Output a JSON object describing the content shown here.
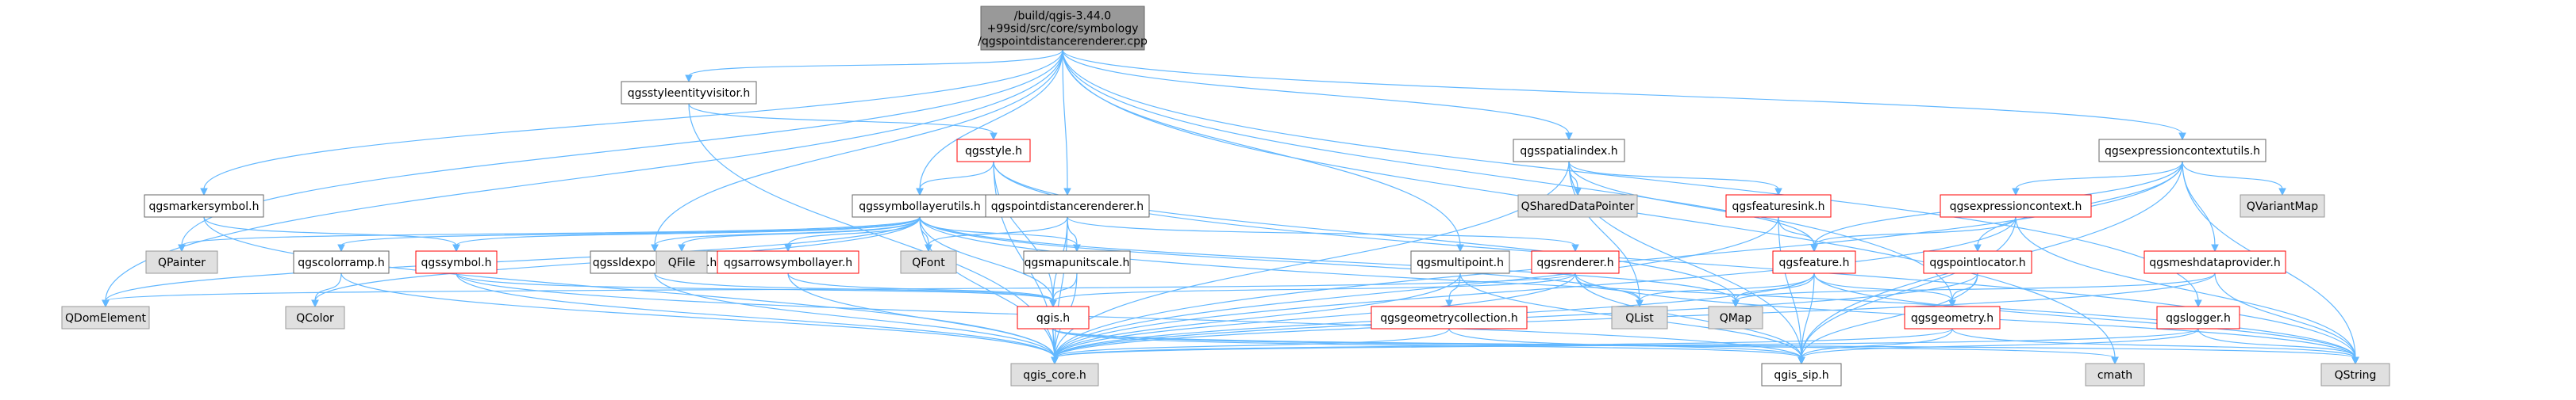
{
  "colors": {
    "root_fill": "#999999",
    "root_border": "#666666",
    "header_fill": "#ffffff",
    "header_border": "#666666",
    "external_fill": "#e0e0e0",
    "external_border": "#999999",
    "highlight_fill": "#ffffff",
    "highlight_border": "#ff0000",
    "edge": "#63b8ff"
  },
  "nodes": [
    {
      "id": "root",
      "lines": [
        "/build/qgis-3.44.0",
        "+99sid/src/core/symbology",
        "/qgspointdistancerenderer.cpp"
      ],
      "kind": "root"
    },
    {
      "id": "qgsstyleentityvisitor",
      "lines": [
        "qgsstyleentityvisitor.h"
      ],
      "kind": "header"
    },
    {
      "id": "qgsspatialindex",
      "lines": [
        "qgsspatialindex.h"
      ],
      "kind": "header"
    },
    {
      "id": "qgsexpressioncontextutils",
      "lines": [
        "qgsexpressioncontextutils.h"
      ],
      "kind": "header"
    },
    {
      "id": "qgsstyle",
      "lines": [
        "qgsstyle.h"
      ],
      "kind": "highlight"
    },
    {
      "id": "qgsmarkersymbol",
      "lines": [
        "qgsmarkersymbol.h"
      ],
      "kind": "header"
    },
    {
      "id": "qgssymbollayerutils",
      "lines": [
        "qgssymbollayerutils.h"
      ],
      "kind": "header"
    },
    {
      "id": "qgspointdistancerenderer",
      "lines": [
        "qgspointdistancerenderer.h"
      ],
      "kind": "header"
    },
    {
      "id": "QSharedDataPointer",
      "lines": [
        "QSharedDataPointer"
      ],
      "kind": "external"
    },
    {
      "id": "qgsfeaturesink",
      "lines": [
        "qgsfeaturesink.h"
      ],
      "kind": "highlight"
    },
    {
      "id": "qgsexpressioncontext",
      "lines": [
        "qgsexpressioncontext.h"
      ],
      "kind": "highlight"
    },
    {
      "id": "QVariantMap",
      "lines": [
        "QVariantMap"
      ],
      "kind": "external"
    },
    {
      "id": "QPainter",
      "lines": [
        "QPainter"
      ],
      "kind": "external"
    },
    {
      "id": "qgscolorramp",
      "lines": [
        "qgscolorramp.h"
      ],
      "kind": "header"
    },
    {
      "id": "qgssymbol",
      "lines": [
        "qgssymbol.h"
      ],
      "kind": "highlight"
    },
    {
      "id": "qgssldexportcontext",
      "lines": [
        "qgssldexportcontext.h"
      ],
      "kind": "header"
    },
    {
      "id": "QFile",
      "lines": [
        "QFile"
      ],
      "kind": "external"
    },
    {
      "id": "qgsarrowsymbollayer",
      "lines": [
        "qgsarrowsymbollayer.h"
      ],
      "kind": "highlight"
    },
    {
      "id": "QFont",
      "lines": [
        "QFont"
      ],
      "kind": "external"
    },
    {
      "id": "qgsmapunitscale",
      "lines": [
        "qgsmapunitscale.h"
      ],
      "kind": "header"
    },
    {
      "id": "qgsmultipoint",
      "lines": [
        "qgsmultipoint.h"
      ],
      "kind": "header"
    },
    {
      "id": "qgsrenderer",
      "lines": [
        "qgsrenderer.h"
      ],
      "kind": "highlight"
    },
    {
      "id": "qgsfeature",
      "lines": [
        "qgsfeature.h"
      ],
      "kind": "highlight"
    },
    {
      "id": "qgspointlocator",
      "lines": [
        "qgspointlocator.h"
      ],
      "kind": "highlight"
    },
    {
      "id": "qgsmeshdataprovider",
      "lines": [
        "qgsmeshdataprovider.h"
      ],
      "kind": "highlight"
    },
    {
      "id": "QDomElement",
      "lines": [
        "QDomElement"
      ],
      "kind": "external"
    },
    {
      "id": "QColor",
      "lines": [
        "QColor"
      ],
      "kind": "external"
    },
    {
      "id": "qgis",
      "lines": [
        "qgis.h"
      ],
      "kind": "highlight"
    },
    {
      "id": "qgsgeometrycollection",
      "lines": [
        "qgsgeometrycollection.h"
      ],
      "kind": "highlight"
    },
    {
      "id": "QList",
      "lines": [
        "QList"
      ],
      "kind": "external"
    },
    {
      "id": "QMap",
      "lines": [
        "QMap"
      ],
      "kind": "external"
    },
    {
      "id": "qgsgeometry",
      "lines": [
        "qgsgeometry.h"
      ],
      "kind": "highlight"
    },
    {
      "id": "qgslogger",
      "lines": [
        "qgslogger.h"
      ],
      "kind": "highlight"
    },
    {
      "id": "qgis_core",
      "lines": [
        "qgis_core.h"
      ],
      "kind": "external"
    },
    {
      "id": "qgis_sip",
      "lines": [
        "qgis_sip.h"
      ],
      "kind": "header"
    },
    {
      "id": "cmath",
      "lines": [
        "cmath"
      ],
      "kind": "external"
    },
    {
      "id": "QString",
      "lines": [
        "QString"
      ],
      "kind": "external"
    }
  ],
  "edges": [
    [
      "root",
      "qgsstyleentityvisitor"
    ],
    [
      "root",
      "qgsspatialindex"
    ],
    [
      "root",
      "qgsexpressioncontextutils"
    ],
    [
      "root",
      "qgsmarkersymbol"
    ],
    [
      "root",
      "qgssymbollayerutils"
    ],
    [
      "root",
      "qgspointdistancerenderer"
    ],
    [
      "root",
      "QPainter"
    ],
    [
      "root",
      "qgssldexportcontext"
    ],
    [
      "root",
      "qgsmultipoint"
    ],
    [
      "root",
      "QDomElement"
    ],
    [
      "root",
      "qgsgeometry"
    ],
    [
      "root",
      "qgslogger"
    ],
    [
      "root",
      "cmath"
    ],
    [
      "qgsstyleentityvisitor",
      "qgsstyle"
    ],
    [
      "qgsstyleentityvisitor",
      "qgis_core"
    ],
    [
      "qgsstyle",
      "qgssymbollayerutils"
    ],
    [
      "qgsstyle",
      "qgis_core"
    ],
    [
      "qgsstyle",
      "qgis"
    ],
    [
      "qgsstyle",
      "QString"
    ],
    [
      "qgsstyle",
      "QMap"
    ],
    [
      "qgsmarkersymbol",
      "qgssymbol"
    ],
    [
      "qgsmarkersymbol",
      "qgis_core"
    ],
    [
      "qgssymbollayerutils",
      "QPainter"
    ],
    [
      "qgssymbollayerutils",
      "qgscolorramp"
    ],
    [
      "qgssymbollayerutils",
      "qgssymbol"
    ],
    [
      "qgssymbollayerutils",
      "qgssldexportcontext"
    ],
    [
      "qgssymbollayerutils",
      "QFile"
    ],
    [
      "qgssymbollayerutils",
      "qgsarrowsymbollayer"
    ],
    [
      "qgssymbollayerutils",
      "QFont"
    ],
    [
      "qgssymbollayerutils",
      "qgsmapunitscale"
    ],
    [
      "qgssymbollayerutils",
      "QColor"
    ],
    [
      "qgssymbollayerutils",
      "qgis"
    ],
    [
      "qgssymbollayerutils",
      "qgis_core"
    ],
    [
      "qgssymbollayerutils",
      "QDomElement"
    ],
    [
      "qgssymbollayerutils",
      "QMap"
    ],
    [
      "qgssymbollayerutils",
      "QString"
    ],
    [
      "qgssymbollayerutils",
      "QList"
    ],
    [
      "qgspointdistancerenderer",
      "QFont"
    ],
    [
      "qgspointdistancerenderer",
      "qgsmapunitscale"
    ],
    [
      "qgspointdistancerenderer",
      "qgsrenderer"
    ],
    [
      "qgspointdistancerenderer",
      "qgis"
    ],
    [
      "qgspointdistancerenderer",
      "qgis_core"
    ],
    [
      "qgsspatialindex",
      "QSharedDataPointer"
    ],
    [
      "qgsspatialindex",
      "qgsfeaturesink"
    ],
    [
      "qgsspatialindex",
      "qgsfeature"
    ],
    [
      "qgsspatialindex",
      "qgis_core"
    ],
    [
      "qgsspatialindex",
      "qgis_sip"
    ],
    [
      "qgsspatialindex",
      "QList"
    ],
    [
      "qgsfeaturesink",
      "qgsfeature"
    ],
    [
      "qgsfeaturesink",
      "qgis_core"
    ],
    [
      "qgsfeaturesink",
      "qgis_sip"
    ],
    [
      "qgsexpressioncontextutils",
      "qgsexpressioncontext"
    ],
    [
      "qgsexpressioncontextutils",
      "QVariantMap"
    ],
    [
      "qgsexpressioncontextutils",
      "qgsfeature"
    ],
    [
      "qgsexpressioncontextutils",
      "qgspointlocator"
    ],
    [
      "qgsexpressioncontextutils",
      "qgsmeshdataprovider"
    ],
    [
      "qgsexpressioncontextutils",
      "qgis_core"
    ],
    [
      "qgsexpressioncontextutils",
      "qgis_sip"
    ],
    [
      "qgsexpressioncontextutils",
      "QString"
    ],
    [
      "qgsexpressioncontext",
      "qgsfeature"
    ],
    [
      "qgsexpressioncontext",
      "qgis_core"
    ],
    [
      "qgsexpressioncontext",
      "qgis_sip"
    ],
    [
      "qgsexpressioncontext",
      "QString"
    ],
    [
      "qgscolorramp",
      "QColor"
    ],
    [
      "qgscolorramp",
      "qgis_core"
    ],
    [
      "qgssymbol",
      "qgis"
    ],
    [
      "qgssymbol",
      "qgis_core"
    ],
    [
      "qgssymbol",
      "qgis_sip"
    ],
    [
      "qgssldexportcontext",
      "qgis"
    ],
    [
      "qgssldexportcontext",
      "qgis_core"
    ],
    [
      "qgsarrowsymbollayer",
      "qgis"
    ],
    [
      "qgsarrowsymbollayer",
      "qgis_core"
    ],
    [
      "qgsmapunitscale",
      "qgis"
    ],
    [
      "qgsmapunitscale",
      "qgis_core"
    ],
    [
      "qgsmultipoint",
      "qgsgeometrycollection"
    ],
    [
      "qgsmultipoint",
      "qgis_core"
    ],
    [
      "qgsmultipoint",
      "qgis_sip"
    ],
    [
      "qgsrenderer",
      "qgis"
    ],
    [
      "qgsrenderer",
      "qgis_core"
    ],
    [
      "qgsrenderer",
      "qgis_sip"
    ],
    [
      "qgsrenderer",
      "QList"
    ],
    [
      "qgsrenderer",
      "QString"
    ],
    [
      "qgsrenderer",
      "QDomElement"
    ],
    [
      "qgsfeature",
      "qgsgeometry"
    ],
    [
      "qgsfeature",
      "qgis_core"
    ],
    [
      "qgsfeature",
      "qgis_sip"
    ],
    [
      "qgsfeature",
      "QMap"
    ],
    [
      "qgsfeature",
      "QList"
    ],
    [
      "qgsfeature",
      "QString"
    ],
    [
      "qgspointlocator",
      "qgsgeometry"
    ],
    [
      "qgspointlocator",
      "qgis_core"
    ],
    [
      "qgspointlocator",
      "qgis_sip"
    ],
    [
      "qgsmeshdataprovider",
      "qgis_core"
    ],
    [
      "qgsmeshdataprovider",
      "QMap"
    ],
    [
      "qgsmeshdataprovider",
      "QString"
    ],
    [
      "qgsgeometrycollection",
      "qgis_core"
    ],
    [
      "qgsgeometrycollection",
      "qgis_sip"
    ],
    [
      "qgis",
      "qgis_core"
    ],
    [
      "qgis",
      "qgis_sip"
    ],
    [
      "qgis",
      "cmath"
    ],
    [
      "qgis",
      "QString"
    ],
    [
      "qgsgeometry",
      "qgis_core"
    ],
    [
      "qgsgeometry",
      "qgis_sip"
    ],
    [
      "qgsgeometry",
      "QString"
    ],
    [
      "qgslogger",
      "qgis_core"
    ],
    [
      "qgslogger",
      "qgis_sip"
    ],
    [
      "qgslogger",
      "QString"
    ]
  ]
}
